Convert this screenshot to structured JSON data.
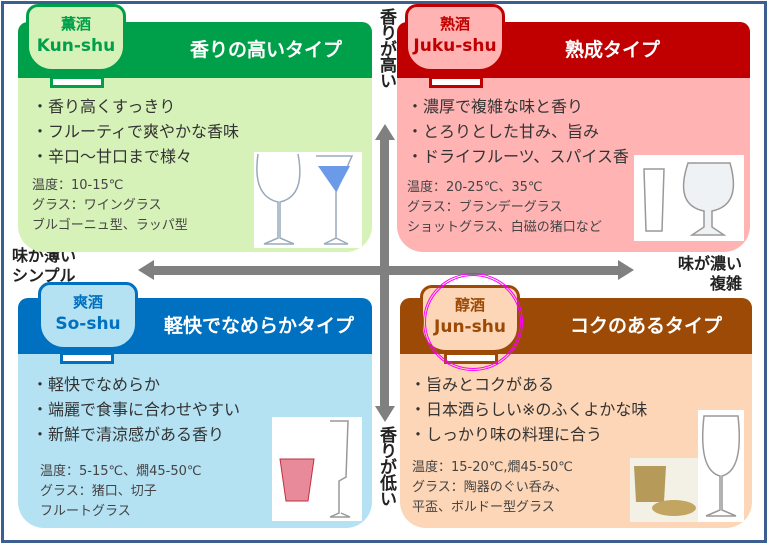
{
  "axes": {
    "top": "香りが高い",
    "bottom": "香りが低い",
    "left_line1": "味が薄い",
    "left_line2": "シンプル",
    "right_line1": "味が濃い",
    "right_line2": "複雑"
  },
  "quadrants": [
    {
      "id": "kunshu",
      "tab_jp": "薫酒",
      "tab_en": "Kun-shu",
      "title": "香りの高いタイプ",
      "bullets": [
        "・香り高くすっきり",
        "・フルーティで爽やかな香味",
        "・辛口～甘口まで様々"
      ],
      "temp": "温度：10-15℃",
      "glass": "グラス：ワイングラス",
      "glass2": "ブルゴーニュ型、ラッパ型",
      "colors": {
        "header": "#00a04a",
        "body": "#d7f2b9"
      }
    },
    {
      "id": "jukushu",
      "tab_jp": "熟酒",
      "tab_en": "Juku-shu",
      "title": "熟成タイプ",
      "bullets": [
        "・濃厚で複雑な味と香り",
        "・とろりとした甘み、旨み",
        "・ドライフルーツ、スパイス香"
      ],
      "temp": "温度：20-25℃、35℃",
      "glass": "グラス：ブランデーグラス",
      "glass2": "ショットグラス、白磁の猪口など",
      "colors": {
        "header": "#c00000",
        "body": "#ffb3b3"
      }
    },
    {
      "id": "soshu",
      "tab_jp": "爽酒",
      "tab_en": "So-shu",
      "title": "軽快でなめらかタイプ",
      "bullets": [
        "・軽快でなめらか",
        "・端麗で食事に合わせやすい",
        "・新鮮で清涼感がある香り"
      ],
      "temp": "温度：5-15℃、燗45-50℃",
      "glass": "グラス：猪口、切子",
      "glass2": "フルートグラス",
      "colors": {
        "header": "#0070c0",
        "body": "#b5e2f3"
      }
    },
    {
      "id": "junshu",
      "tab_jp": "醇酒",
      "tab_en": "Jun-shu",
      "title": "コクのあるタイプ",
      "bullets": [
        "・旨みとコクがある",
        "・日本酒らしい※のふくよかな味",
        "・しっかり味の料理に合う"
      ],
      "temp": "温度：15-20℃,燗45-50℃",
      "glass": "グラス：陶器のぐい呑み、",
      "glass2": "平盃、ボルドー型グラス",
      "colors": {
        "header": "#9c4a06",
        "body": "#fcd6b6"
      }
    }
  ],
  "highlight_color": "#ff00ff"
}
